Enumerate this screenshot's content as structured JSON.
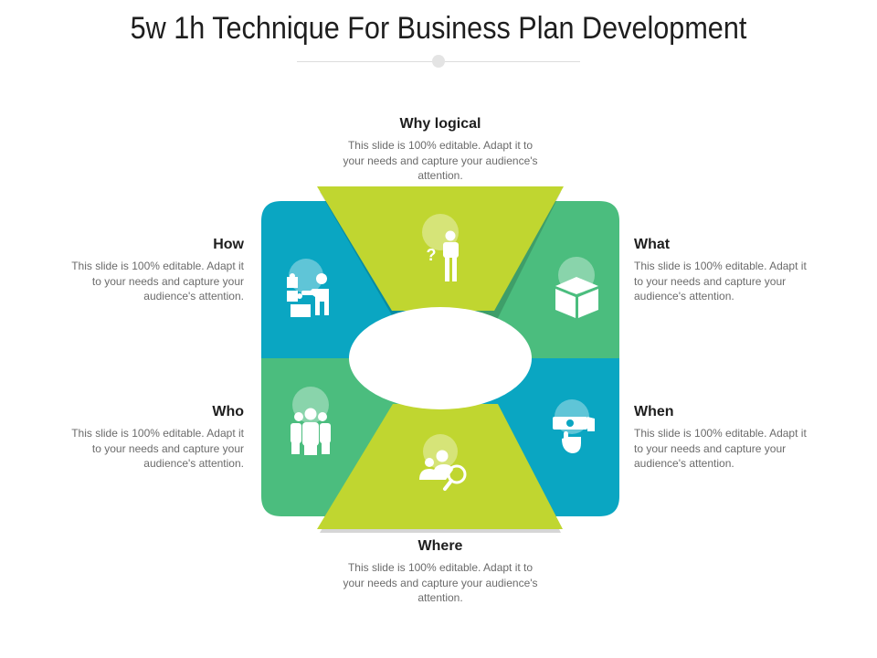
{
  "title": "5w 1h Technique For Business Plan Development",
  "colors": {
    "blue": "#0aa6c2",
    "green": "#4bbd7e",
    "lime": "#c0d630",
    "white": "#ffffff"
  },
  "items": {
    "why": {
      "heading": "Why logical",
      "body": "This slide is 100% editable. Adapt it to your needs and capture your audience's attention.",
      "icon": "question-person-icon"
    },
    "what": {
      "heading": "What",
      "body": "This slide is 100% editable. Adapt it to your needs and capture your audience's attention.",
      "icon": "box-icon"
    },
    "when": {
      "heading": "When",
      "body": "This slide is 100% editable. Adapt it to your needs and capture your audience's attention.",
      "icon": "hand-money-icon"
    },
    "where": {
      "heading": "Where",
      "body": "This slide is 100% editable. Adapt it to your needs and capture your audience's attention.",
      "icon": "people-search-icon"
    },
    "who": {
      "heading": "Who",
      "body": "This slide is 100% editable. Adapt it to your needs and capture your audience's attention.",
      "icon": "group-icon"
    },
    "how": {
      "heading": "How",
      "body": "This slide is 100% editable. Adapt it to your needs and capture your audience's attention.",
      "icon": "puzzle-person-icon"
    }
  }
}
